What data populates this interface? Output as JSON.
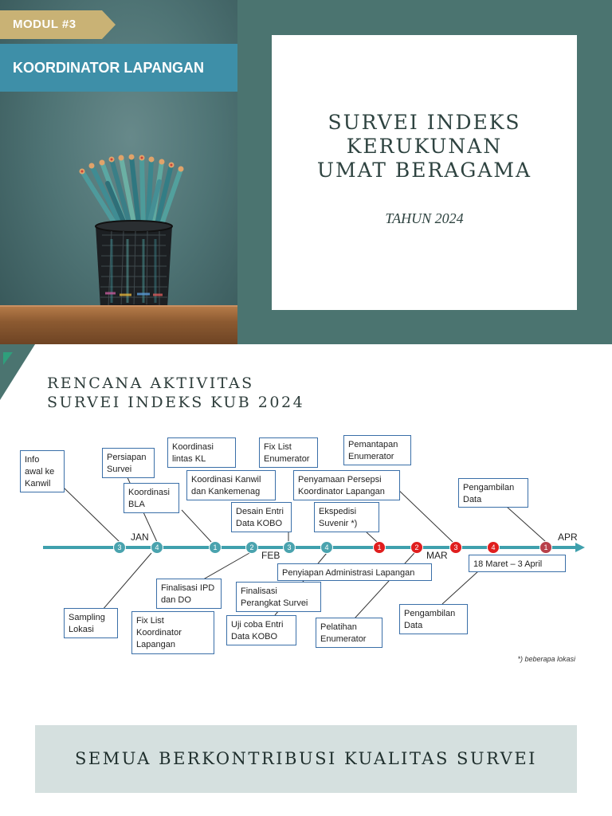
{
  "header": {
    "modul_label": "MODUL #3",
    "role_label": "KOORDINATOR LAPANGAN"
  },
  "title_card": {
    "line1": "SURVEI INDEKS",
    "line2": "KERUKUNAN",
    "line3": "UMAT BERAGAMA",
    "year": "TAHUN 2024"
  },
  "section": {
    "title_line1": "RENCANA AKTIVITAS",
    "title_line2": "SURVEI INDEKS KUB 2024"
  },
  "timeline": {
    "months": {
      "jan": "JAN",
      "feb": "FEB",
      "mar": "MAR",
      "apr": "APR"
    },
    "nodes": [
      "3",
      "4",
      "1",
      "2",
      "3",
      "4",
      "1",
      "2",
      "3",
      "4",
      "1"
    ],
    "activities_above": {
      "info_kanwil": "Info\nawal ke\nKanwil",
      "persiapan_survei": "Persiapan\nSurvei",
      "koordinasi_bla": "Koordinasi\nBLA",
      "koordinasi_lintas_kl": "Koordinasi\nlintas KL",
      "koordinasi_kanwil": "Koordinasi Kanwil\ndan Kankemenag",
      "fix_list_enumerator": "Fix List\nEnumerator",
      "desain_entri": "Desain Entri\nData KOBO",
      "pemantapan_enumerator": "Pemantapan\nEnumerator",
      "penyamaan_persepsi": "Penyamaan Persepsi\nKoordinator Lapangan",
      "ekspedisi_suvenir": "Ekspedisi\nSuvenir *)",
      "pengambilan_data_top": "Pengambilan\nData"
    },
    "activities_below": {
      "sampling_lokasi": "Sampling\nLokasi",
      "finalisasi_ipd": "Finalisasi IPD\ndan DO",
      "fix_list_koordinator": "Fix List\nKoordinator\nLapangan",
      "finalisasi_perangkat": "Finalisasi\nPerangkat Survei",
      "uji_coba_entri": "Uji coba Entri\nData KOBO",
      "penyiapan_administrasi": "Penyiapan Administrasi Lapangan",
      "pelatihan_enumerator": "Pelatihan\nEnumerator",
      "date_range": "18 Maret – 3 April",
      "pengambilan_data_bottom": "Pengambilan\nData"
    },
    "footnote": "*) beberapa lokasi"
  },
  "footer": {
    "banner": "SEMUA BERKONTRIBUSI KUALITAS SURVEI"
  },
  "colors": {
    "teal_dark": "#4b7470",
    "teal_line": "#3fa0ad",
    "node_teal": "#4aa3ae",
    "node_red": "#e01e1e",
    "node_darkred": "#b8404a",
    "gold": "#c9b275",
    "box_border": "#3a6fa8"
  }
}
